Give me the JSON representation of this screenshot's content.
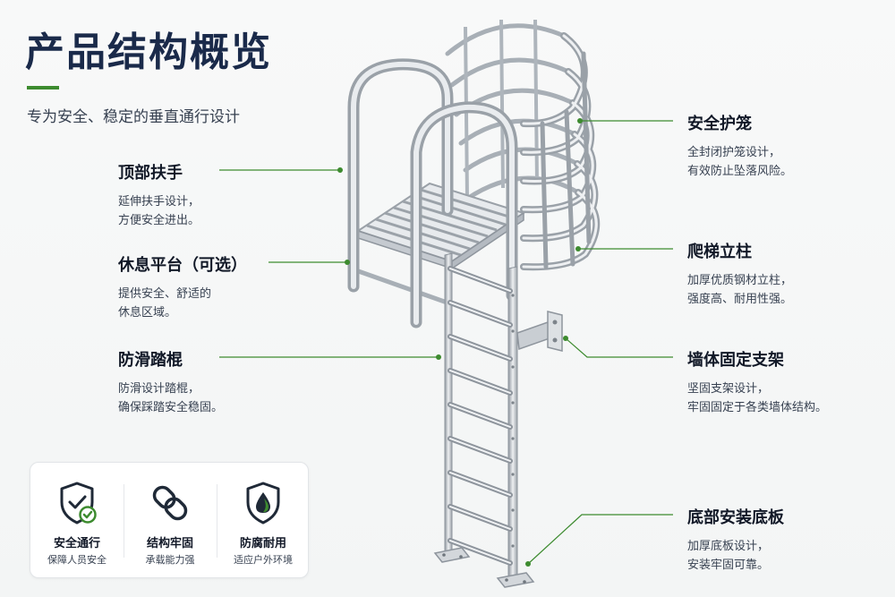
{
  "header": {
    "title": "产品结构概览",
    "subtitle": "专为安全、稳定的垂直通行设计"
  },
  "colors": {
    "accent": "#3d8b2f",
    "title": "#1a2a4a",
    "steel": "#b9bfc6"
  },
  "callouts": {
    "top_handrail": {
      "title": "顶部扶手",
      "lines": [
        "延伸扶手设计，",
        "方便安全进出。"
      ]
    },
    "rest_platform": {
      "title": "休息平台（可选）",
      "lines": [
        "提供安全、舒适的",
        "休息区域。"
      ]
    },
    "anti_slip_rungs": {
      "title": "防滑踏棍",
      "lines": [
        "防滑设计踏棍，",
        "确保踩踏安全稳固。"
      ]
    },
    "safety_cage": {
      "title": "安全护笼",
      "lines": [
        "全封闭护笼设计，",
        "有效防止坠落风险。"
      ]
    },
    "ladder_stiles": {
      "title": "爬梯立柱",
      "lines": [
        "加厚优质钢材立柱，",
        "强度高、耐用性强。"
      ]
    },
    "wall_bracket": {
      "title": "墙体固定支架",
      "lines": [
        "坚固支架设计，",
        "牢固固定于各类墙体结构。"
      ]
    },
    "base_plate": {
      "title": "底部安装底板",
      "lines": [
        "加厚底板设计，",
        "安装牢固可靠。"
      ]
    }
  },
  "features": [
    {
      "icon": "shield-check-icon",
      "name": "安全通行",
      "desc": "保障人员安全"
    },
    {
      "icon": "chain-link-icon",
      "name": "结构牢固",
      "desc": "承载能力强"
    },
    {
      "icon": "shield-drop-icon",
      "name": "防腐耐用",
      "desc": "适应户外环境"
    }
  ]
}
